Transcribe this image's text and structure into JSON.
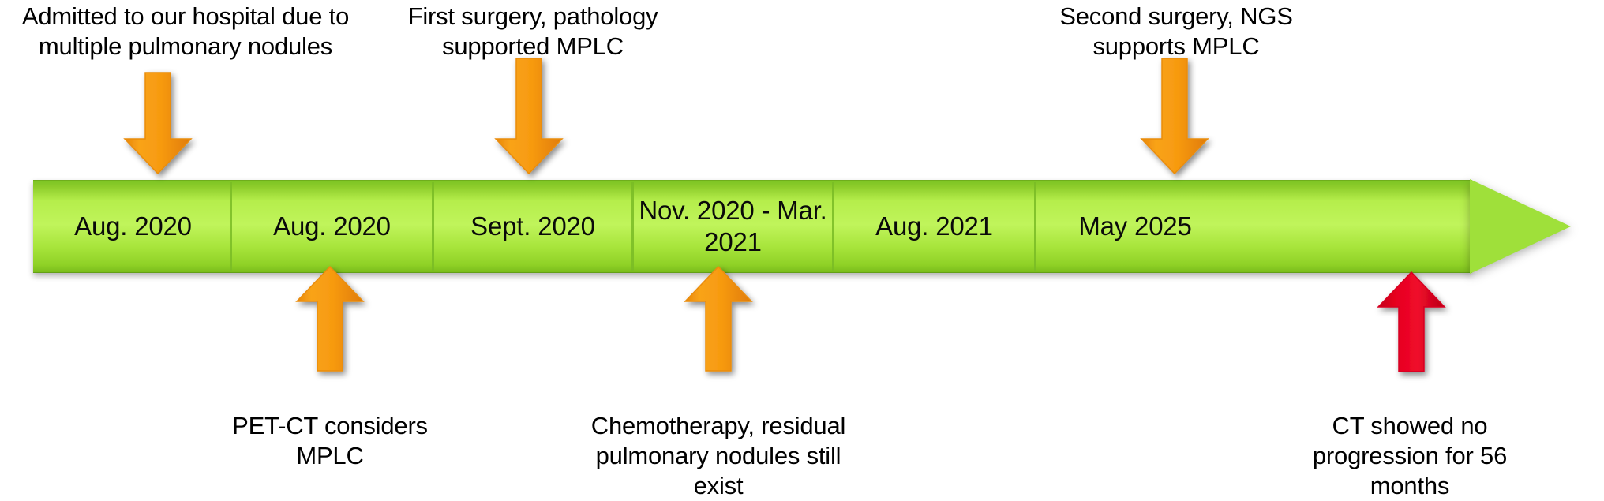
{
  "diagram": {
    "type": "clinical-timeline",
    "title": "",
    "colors": {
      "bar_light": "#c0f45b",
      "bar_dark": "#7abd1c",
      "bar_border": "#6fae1c",
      "arrow_orange": "#F59B11",
      "arrow_orange_dark": "#E07B0A",
      "arrow_red": "#E3001F",
      "arrow_red_dark": "#B2000F",
      "text": "#000000",
      "background": "#ffffff"
    },
    "segments": [
      {
        "label": "Aug. 2020"
      },
      {
        "label": "Aug. 2020"
      },
      {
        "label": "Sept. 2020"
      },
      {
        "label": "Nov. 2020 - Mar.\n2021"
      },
      {
        "label": "Aug. 2021"
      },
      {
        "label": "May 2025"
      }
    ],
    "annotations_top": [
      {
        "text": "Admitted to our hospital due to\nmultiple pulmonary nodules",
        "marker": "down-arrow-orange"
      },
      {
        "text": "First surgery, pathology\nsupported MPLC",
        "marker": "down-arrow-orange"
      },
      {
        "text": "Second surgery, NGS\nsupports MPLC",
        "marker": "down-arrow-orange"
      }
    ],
    "annotations_bottom": [
      {
        "text": "PET-CT considers\nMPLC",
        "marker": "up-arrow-orange"
      },
      {
        "text": "Chemotherapy, residual\npulmonary nodules still\nexist",
        "marker": "up-arrow-orange"
      },
      {
        "text": "CT showed no\nprogression for 56\nmonths",
        "marker": "up-arrow-red"
      }
    ]
  }
}
